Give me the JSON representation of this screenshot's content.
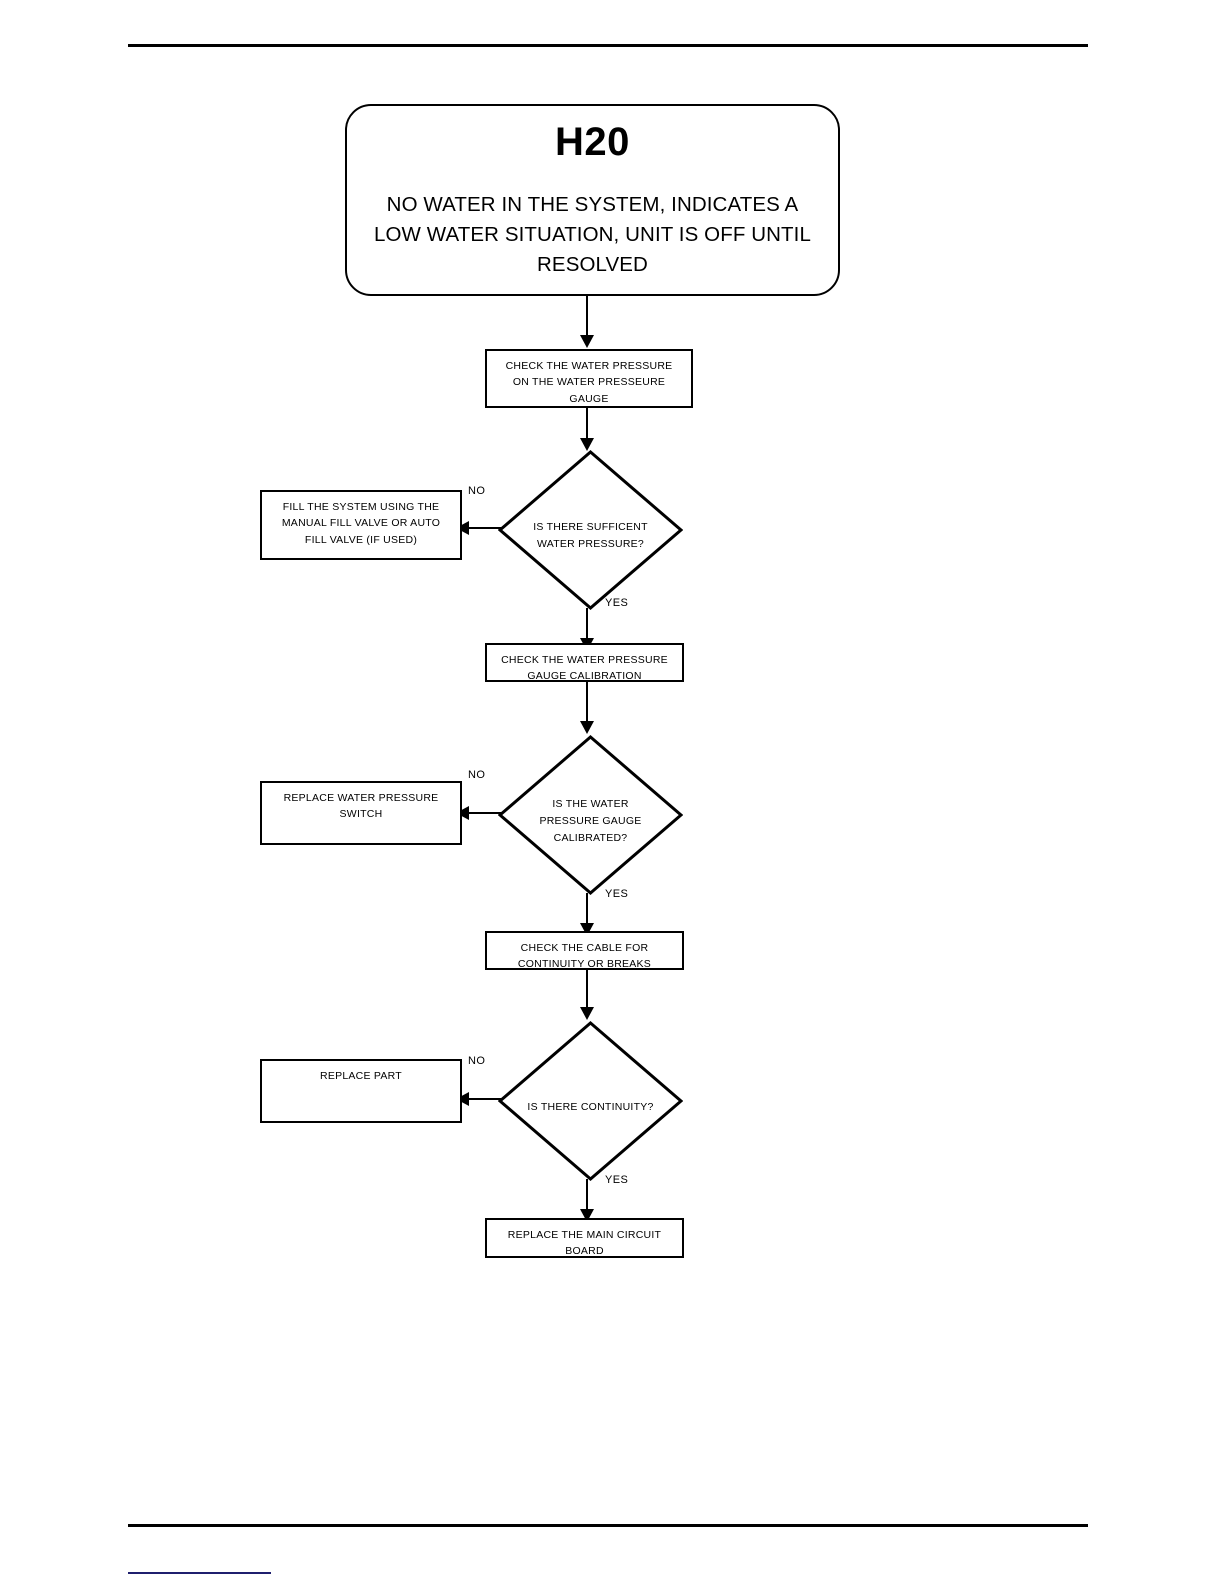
{
  "document": {
    "title": "H20 Troubleshooting Flowchart",
    "header_rule": true,
    "footer_rule": true,
    "footer_link_color": "#1f1f6e"
  },
  "flowchart": {
    "start": {
      "code": "H20",
      "description": "NO WATER IN THE SYSTEM, INDICATES A LOW WATER SITUATION, UNIT IS OFF UNTIL RESOLVED"
    },
    "steps": [
      {
        "id": "check-pressure",
        "text": "CHECK THE WATER PRESSURE ON THE WATER PRESSEURE GAUGE"
      },
      {
        "id": "check-calibration",
        "text": "CHECK THE WATER PRESSURE GAUGE CALIBRATION"
      },
      {
        "id": "check-cable",
        "text": "CHECK THE CABLE FOR CONTINUITY OR BREAKS"
      },
      {
        "id": "replace-board",
        "text": "REPLACE THE MAIN CIRCUIT BOARD"
      }
    ],
    "decisions": [
      {
        "id": "sufficient-pressure",
        "text": "IS THERE SUFFICENT WATER PRESSURE?"
      },
      {
        "id": "gauge-calibrated",
        "text": "IS THE WATER PRESSURE GAUGE CALIBRATED?"
      },
      {
        "id": "continuity",
        "text": "IS THERE CONTINUITY?"
      }
    ],
    "outcomes": [
      {
        "id": "fill-system",
        "text": "FILL THE SYSTEM USING THE MANUAL FILL VALVE OR AUTO FILL VALVE (IF USED)"
      },
      {
        "id": "replace-switch",
        "text": "REPLACE WATER PRESSURE SWITCH"
      },
      {
        "id": "replace-part",
        "text": "REPLACE PART"
      }
    ],
    "branch_labels": {
      "no_1": "NO",
      "yes_1": "YES",
      "no_2": "NO",
      "yes_2": "YES",
      "no_3": "NO",
      "yes_3": "YES"
    }
  }
}
